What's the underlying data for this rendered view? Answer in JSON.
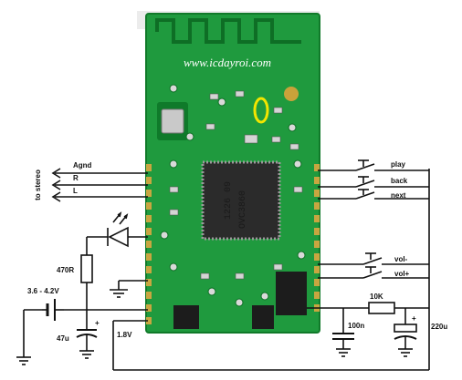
{
  "watermark": "www.icdayroi.com",
  "chip_markings": [
    "OVC3860",
    "1226 09"
  ],
  "audio_out": {
    "group_label": "to stereo",
    "pins": [
      "Agnd",
      "R",
      "L"
    ]
  },
  "buttons": {
    "top": [
      "play",
      "back",
      "next"
    ],
    "volume": [
      "vol-",
      "vol+"
    ]
  },
  "components": {
    "resistor_led": "470R",
    "battery": "3.6 - 4.2V",
    "cap_left": "47u",
    "rail": "1.8V",
    "resistor_filter": "10K",
    "cap_filter": "100n",
    "cap_big": "220u"
  },
  "colors": {
    "pcb": "#1f9a3e",
    "pcb_dark": "#117a2a",
    "chip": "#2b2b2b",
    "wire": "#111111",
    "highlight": "#f2e500"
  }
}
